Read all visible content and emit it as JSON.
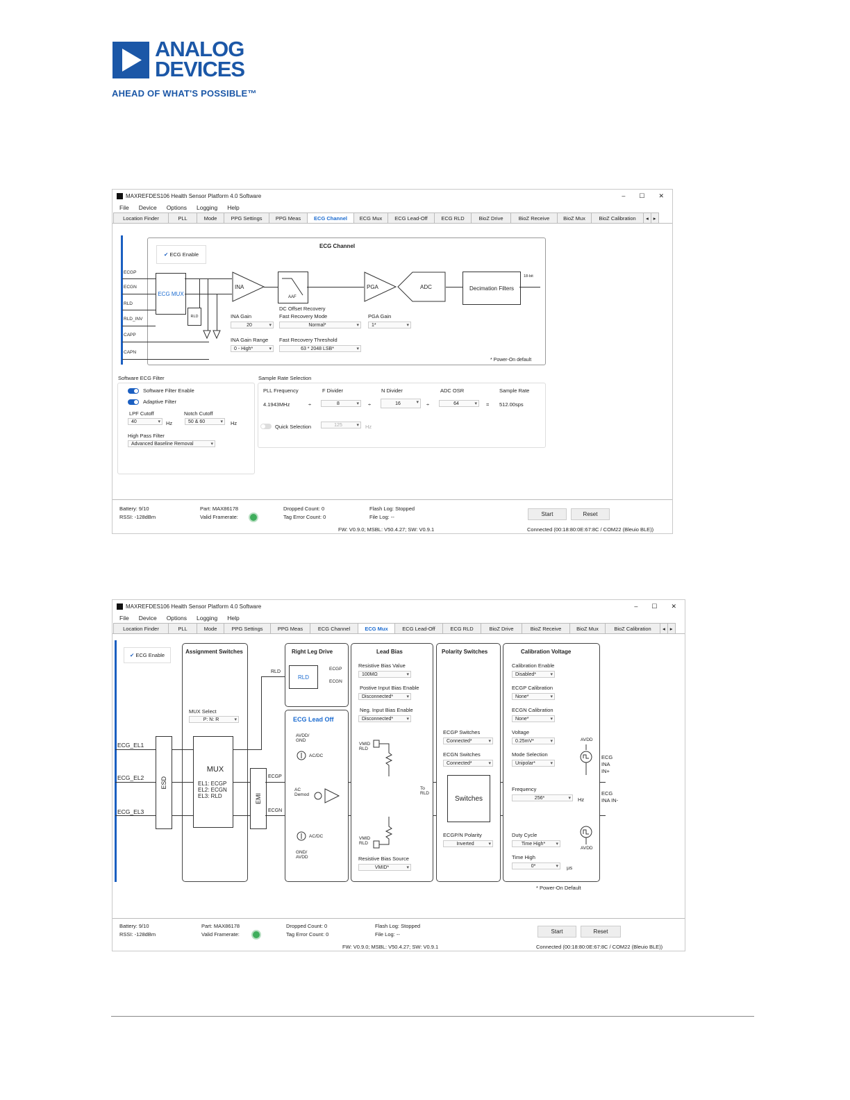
{
  "logo": {
    "line1": "ANALOG",
    "line2": "DEVICES",
    "tagline": "AHEAD OF WHAT'S POSSIBLE™"
  },
  "window": {
    "title": "MAXREFDES106 Health Sensor Platform 4.0 Software",
    "buttons": [
      "–",
      "☐",
      "✕"
    ],
    "menu": [
      "File",
      "Device",
      "Options",
      "Logging",
      "Help"
    ],
    "tabs": [
      "Location Finder",
      "PLL",
      "Mode",
      "PPG Settings",
      "PPG Meas",
      "ECG Channel",
      "ECG Mux",
      "ECG Lead-Off",
      "ECG RLD",
      "BioZ Drive",
      "BioZ Receive",
      "BioZ Mux",
      "BioZ Calibration"
    ],
    "tab_scroll": [
      "◂",
      "▸"
    ]
  },
  "shot1": {
    "active_tab": "ECG Channel",
    "ecg_enable": "ECG Enable",
    "title": "ECG Channel",
    "pins": [
      "ECGP",
      "ECGN",
      "RLD",
      "RLD_INV",
      "CAPP",
      "CAPN"
    ],
    "blocks": {
      "mux": "ECG MUX",
      "rld": "RLD",
      "ina": "INA",
      "aaf": "AAF",
      "pga": "PGA",
      "adc": "ADC",
      "dec": "Decimation Filters",
      "bits": "18-bit"
    },
    "ina_gain": {
      "label": "INA Gain",
      "value": "20"
    },
    "ina_range": {
      "label": "INA Gain Range",
      "value": "0 - High*"
    },
    "dc_recovery": {
      "label1": "DC Offset Recovery",
      "label2": "Fast Recovery Mode",
      "value": "Normal*"
    },
    "fast_threshold": {
      "label": "Fast Recovery Threshold",
      "value": "63 * 2048 LSB*"
    },
    "pga_gain": {
      "label": "PGA Gain",
      "value": "1*"
    },
    "power_on": "* Power-On default",
    "sw_filter": {
      "title": "Software ECG Filter",
      "enable": "Software Filter Enable",
      "adaptive": "Adaptive Filter",
      "lpf_label": "LPF Cutoff",
      "lpf_value": "40",
      "hz1": "Hz",
      "notch_label": "Notch Cutoff",
      "notch_value": "50 & 60",
      "hz2": "Hz",
      "hpf_label": "High Pass Filter",
      "hpf_value": "Advanced Baseline Removal"
    },
    "sample_rate": {
      "title": "Sample Rate Selection",
      "pll_label": "PLL Frequency",
      "pll_value": "4.1943MHz",
      "f_label": "F Divider",
      "f_value": "8",
      "n_label": "N Divider",
      "n_value": "16",
      "osr_label": "ADC OSR",
      "osr_value": "64",
      "sr_label": "Sample Rate",
      "sr_value": "512.00sps",
      "div": "÷",
      "eq": "=",
      "quick": "Quick Selection",
      "quick_value": "125",
      "quick_hz": "Hz"
    }
  },
  "shot2": {
    "active_tab": "ECG Mux",
    "ecg_enable": "ECG Enable",
    "assign": "Assignment Switches",
    "mux_select": {
      "label": "MUX Select",
      "value": "P: N: R"
    },
    "electrodes": [
      "ECG_EL1",
      "ECG_EL2",
      "ECG_EL3"
    ],
    "esd": "ESD",
    "mux": {
      "title": "MUX",
      "l1": "EL1: ECGP",
      "l2": "EL2: ECGN",
      "l3": "EL3: RLD"
    },
    "emi": "EMI",
    "sig": {
      "ecgp": "ECGP",
      "ecgn": "ECGN",
      "rld": "RLD"
    },
    "rld_drive": {
      "title": "Right Leg Drive",
      "block": "RLD",
      "ecgp": "ECGP",
      "ecgn": "ECGN"
    },
    "lead_off": {
      "title": "ECG Lead Off",
      "avdd_gnd": "AVDD/ GND",
      "acdc1": "AC/DC",
      "ac_demod": "AC Demod",
      "acdc2": "AC/DC",
      "gnd_avdd": "GND/ AVDD"
    },
    "lead_bias": {
      "title": "Lead Bias",
      "res_label": "Resistive Bias Value",
      "res_value": "100MΩ",
      "pos_label": "Postive Input Bias Enable",
      "pos_value": "Disconnected*",
      "neg_label": "Neg. Input Bias Enable",
      "neg_value": "Disconnected*",
      "vmid1": "VMID RLD",
      "to_rld": "To RLD",
      "vmid2": "VMID RLD",
      "src_label": "Resistive Bias Source",
      "src_value": "VMID*"
    },
    "polarity": {
      "title": "Polarity Switches",
      "p_label": "ECGP Switches",
      "p_value": "Connected*",
      "n_label": "ECGN Switches",
      "n_value": "Connected*",
      "switches": "Switches",
      "pol_label": "ECGP/N Polarity",
      "pol_value": "Inverted"
    },
    "cal": {
      "title": "Calibration Voltage",
      "en_label": "Calibration Enable",
      "en_value": "Disabled*",
      "p_label": "ECGP Calibration",
      "p_value": "None*",
      "n_label": "ECGN Calibration",
      "n_value": "None*",
      "v_label": "Voltage",
      "v_value": "0.25mV*",
      "mode_label": "Mode Selection",
      "mode_value": "Unipolar*",
      "f_label": "Frequency",
      "f_value": "256*",
      "f_unit": "Hz",
      "dc_label": "Duty Cycle",
      "dc_value": "Time High*",
      "th_label": "Time High",
      "th_value": "0*",
      "th_unit": "µs",
      "avdd1": "AVDD",
      "avdd2": "AVDD",
      "ina_p": "ECG INA IN+",
      "ina_n": "ECG INA IN-"
    },
    "power_on": "* Power-On Default"
  },
  "status": {
    "battery": "Battery: 9/10",
    "rssi": "RSSI: -128dBm",
    "part": "Part: MAX86178",
    "framerate": "Valid Framerate:",
    "dropped": "Dropped Count: 0",
    "tag_err": "Tag Error Count: 0",
    "flash": "Flash Log: Stopped",
    "file": "File Log: --",
    "start": "Start",
    "reset": "Reset",
    "fw": "FW: V0.9.0; MSBL: V50.4.27; SW: V0.9.1",
    "conn": "Connected (00:18:80:0E:67:8C / COM22 (Bleuio BLE))"
  }
}
